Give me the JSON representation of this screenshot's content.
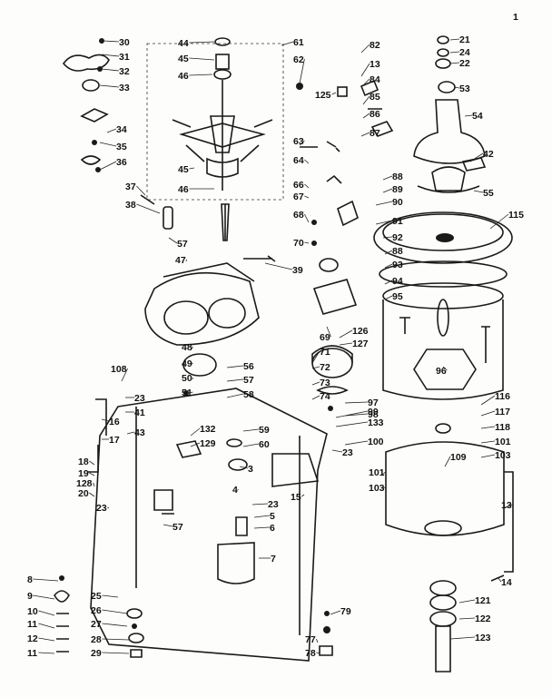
{
  "diagram": {
    "corner_mark": "1",
    "labels": [
      "30",
      "31",
      "32",
      "33",
      "34",
      "35",
      "36",
      "37",
      "38",
      "57",
      "47",
      "44",
      "45",
      "46",
      "45",
      "46",
      "61",
      "62",
      "63",
      "64",
      "66",
      "67",
      "68",
      "70",
      "82",
      "13",
      "84",
      "125",
      "85",
      "86",
      "87",
      "88",
      "89",
      "90",
      "91",
      "92",
      "88",
      "93",
      "94",
      "95",
      "21",
      "24",
      "22",
      "53",
      "54",
      "42",
      "55",
      "115",
      "39",
      "69",
      "126",
      "127",
      "71",
      "72",
      "73",
      "74",
      "99",
      "133",
      "97",
      "98",
      "100",
      "23",
      "48",
      "49",
      "50",
      "51",
      "56",
      "57",
      "58",
      "59",
      "60",
      "132",
      "129",
      "108",
      "23",
      "41",
      "16",
      "17",
      "43",
      "18",
      "19",
      "128",
      "20",
      "23",
      "57",
      "3",
      "4",
      "23",
      "5",
      "6",
      "15",
      "7",
      "116",
      "117",
      "118",
      "101",
      "103",
      "109",
      "101",
      "103",
      "96",
      "13",
      "14",
      "121",
      "122",
      "123",
      "8",
      "9",
      "10",
      "11",
      "12",
      "11",
      "25",
      "26",
      "27",
      "28",
      "29",
      "79",
      "77",
      "78"
    ]
  }
}
